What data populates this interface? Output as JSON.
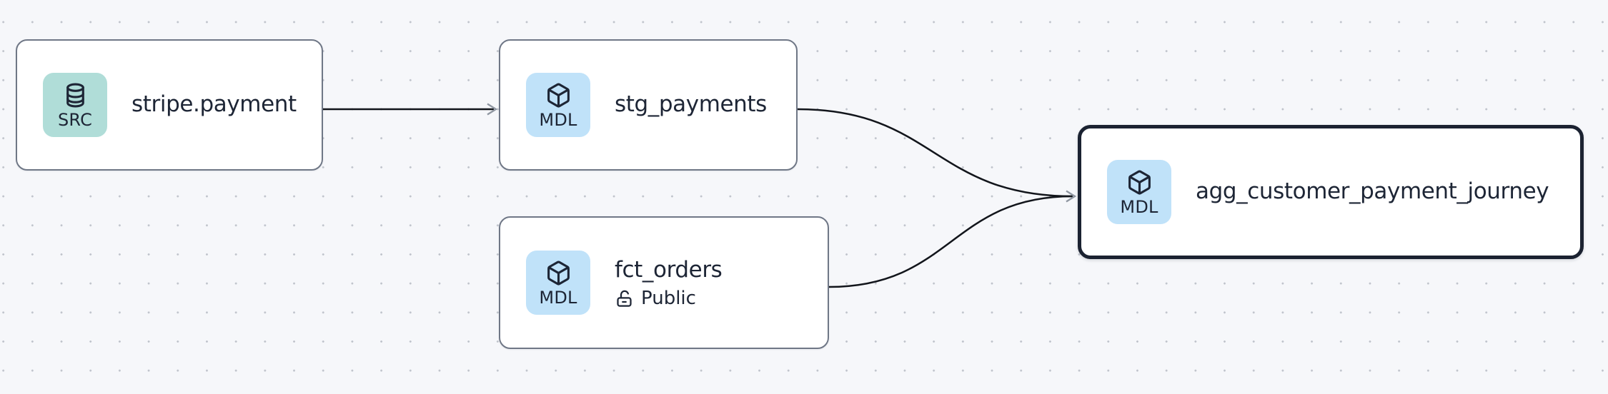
{
  "canvas": {
    "background_color": "#f6f7fa",
    "grid_dot_color": "#bfc3cb",
    "edge_color": "#12151b",
    "arrowhead_color": "#8f96a1",
    "node_border_color": "#6f7786",
    "selected_node_border_color": "#1b2231",
    "text_color": "#1d2535",
    "source_badge_color": "#b0ddd8",
    "model_badge_color": "#c0e2f9"
  },
  "nodes": [
    {
      "title": "stripe.payment",
      "badge_label": "SRC",
      "badge_icon": "database-icon",
      "kind": "source",
      "selected": false
    },
    {
      "title": "stg_payments",
      "badge_label": "MDL",
      "badge_icon": "cube-icon",
      "kind": "model",
      "selected": false
    },
    {
      "title": "fct_orders",
      "badge_label": "MDL",
      "badge_icon": "cube-icon",
      "kind": "model",
      "access_icon": "lock-open-icon",
      "access_label": "Public",
      "selected": false
    },
    {
      "title": "agg_customer_payment_journey",
      "badge_label": "MDL",
      "badge_icon": "cube-icon",
      "kind": "model",
      "selected": true
    }
  ],
  "edges": [
    {
      "from": "stripe.payment",
      "to": "stg_payments"
    },
    {
      "from": "stg_payments",
      "to": "agg_customer_payment_journey"
    },
    {
      "from": "fct_orders",
      "to": "agg_customer_payment_journey"
    }
  ]
}
